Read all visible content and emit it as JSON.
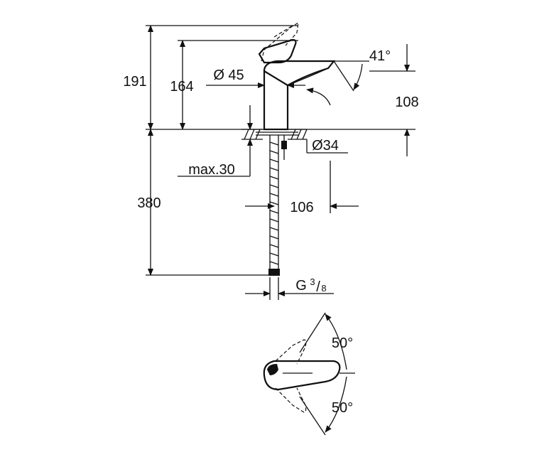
{
  "dimensions": {
    "height_overall": "191",
    "height_spout": "164",
    "spout_diameter": "Ø 45",
    "lever_angle": "41°",
    "spout_reach_height": "108",
    "hole_diameter": "Ø34",
    "max_thickness": "max.30",
    "hose_length": "380",
    "spout_projection": "106",
    "connection_thread": "G",
    "thread_numerator": "3",
    "thread_denominator": "8",
    "rotation_left": "50°",
    "rotation_right": "50°"
  }
}
